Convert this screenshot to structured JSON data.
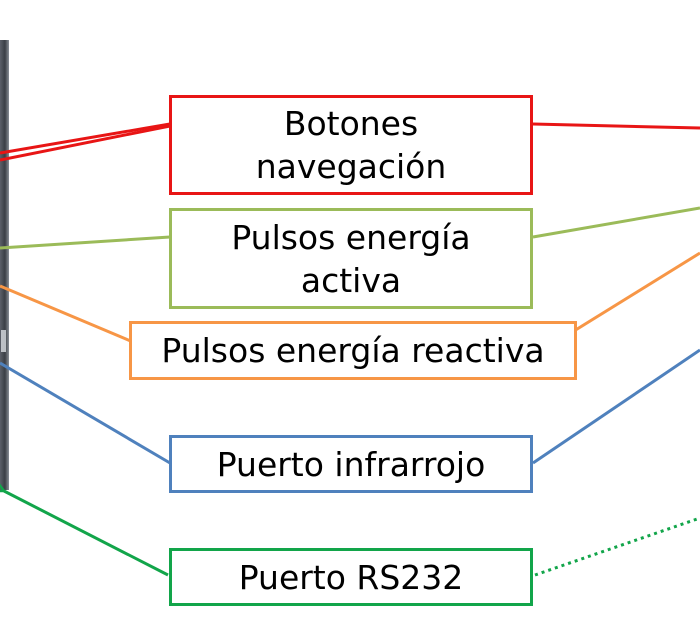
{
  "labels": {
    "botones_line1": "Botones",
    "botones_line2": "navegación",
    "pulsos_activa_line1": "Pulsos energía",
    "pulsos_activa_line2": "activa",
    "pulsos_reactiva": "Pulsos energía reactiva",
    "puerto_infrarrojo": "Puerto infrarrojo",
    "puerto_rs232": "Puerto RS232"
  },
  "colors": {
    "botones": "#e81515",
    "pulsos_activa": "#9bbb59",
    "pulsos_reactiva": "#f79646",
    "puerto_infrarrojo": "#4f81bd",
    "puerto_rs232": "#12a54a"
  }
}
